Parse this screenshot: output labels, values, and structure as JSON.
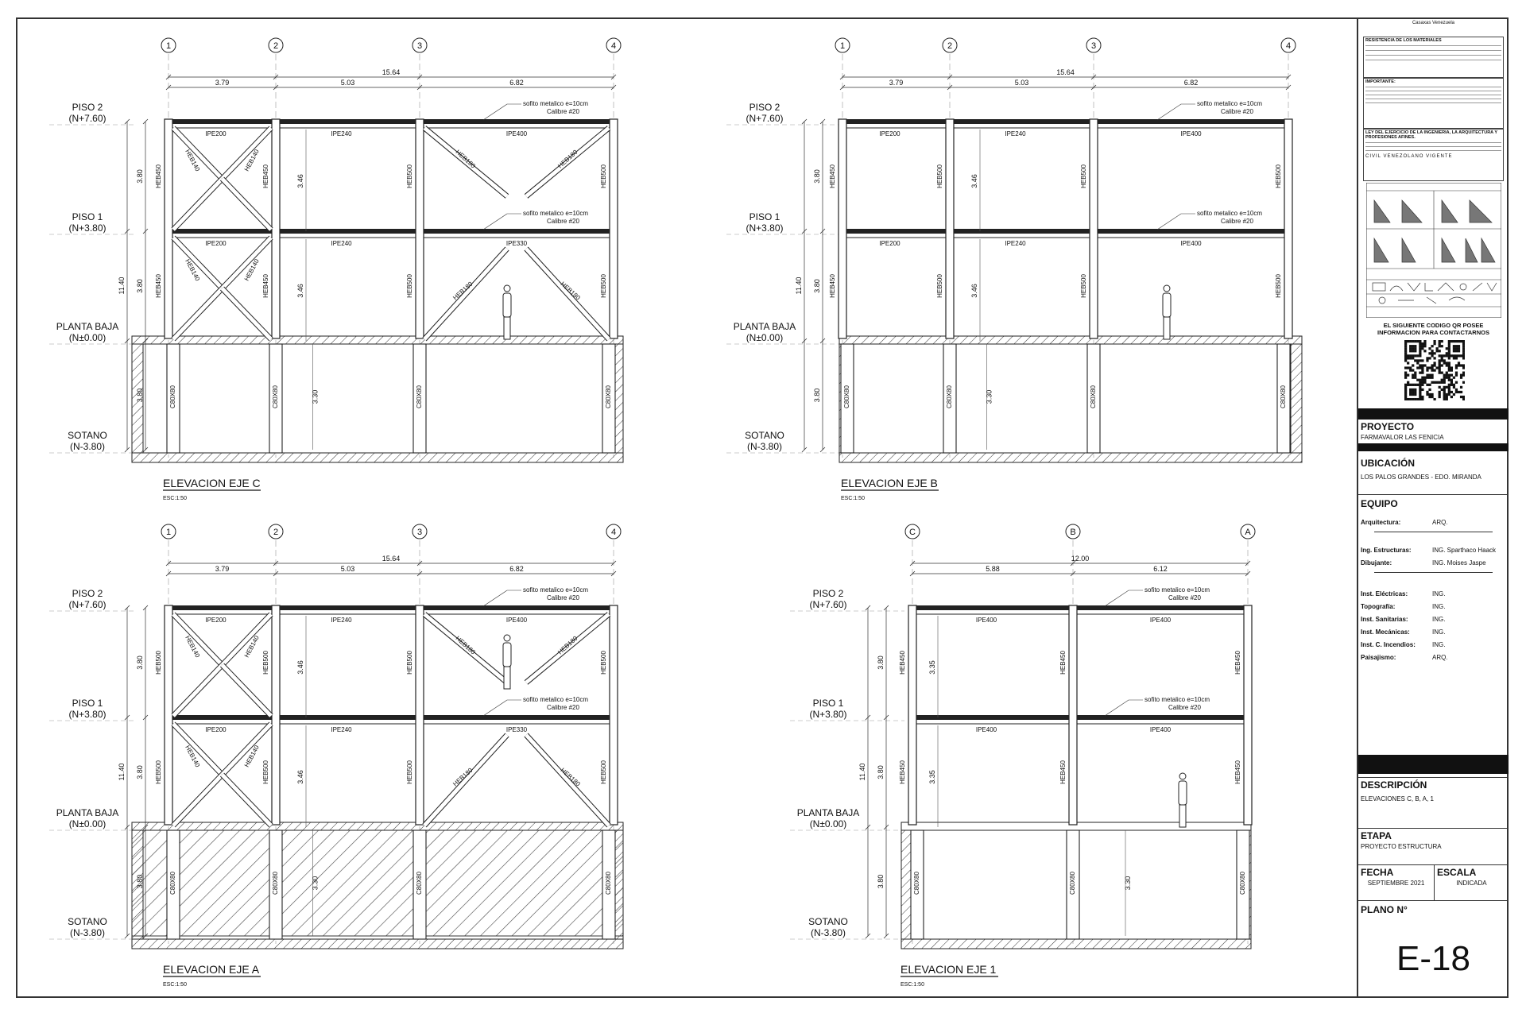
{
  "sheet": {
    "company": "Casaxas Venezuela",
    "plano_number": "E-18"
  },
  "notes": {
    "resistencia_title": "RESISTENCIA DE LOS MATERIALES",
    "importante_title": "IMPORTANTE:",
    "ley_title": "LEY DEL EJERCICIO DE LA INGENIERIA, LA ARQUITECTURA Y PROFESIONES AFINES.",
    "ley_footer": "CIVIL VENEZOLANO VIGENTE"
  },
  "qr": {
    "caption": "EL SIGUIENTE CODIGO QR POSEE INFORMACION PARA CONTACTARNOS"
  },
  "title_block": {
    "proyecto_label": "PROYECTO",
    "proyecto_value": "FARMAVALOR LAS FENICIA",
    "ubicacion_label": "UBICACIÓN",
    "ubicacion_value": "LOS PALOS GRANDES - EDO. MIRANDA",
    "equipo_label": "EQUIPO",
    "equipo": [
      {
        "role": "Arquitectura:",
        "name": "ARQ."
      },
      {
        "role": "Ing. Estructuras:",
        "name": "ING. Sparthaco Haack"
      },
      {
        "role": "Dibujante:",
        "name": "ING. Moises Jaspe"
      },
      {
        "role": "Inst. Eléctricas:",
        "name": "ING."
      },
      {
        "role": "Topografía:",
        "name": "ING."
      },
      {
        "role": "Inst. Sanitarias:",
        "name": "ING."
      },
      {
        "role": "Inst. Mecánicas:",
        "name": "ING."
      },
      {
        "role": "Inst. C. Incendios:",
        "name": "ING."
      },
      {
        "role": "Paisajismo:",
        "name": "ARQ."
      }
    ],
    "descripcion_label": "DESCRIPCIÓN",
    "descripcion_value": "ELEVACIONES C, B, A, 1",
    "etapa_label": "ETAPA",
    "etapa_value": "PROYECTO ESTRUCTURA",
    "fecha_label": "FECHA",
    "fecha_value": "SEPTIEMBRE 2021",
    "escala_label": "ESCALA",
    "escala_value": "INDICADA",
    "plano_label": "PLANO N°"
  },
  "levels": [
    {
      "name": "PISO 2",
      "elev": "(N+7.60)"
    },
    {
      "name": "PISO 1",
      "elev": "(N+3.80)"
    },
    {
      "name": "PLANTA BAJA",
      "elev": "(N±0.00)"
    },
    {
      "name": "SOTANO",
      "elev": "(N-3.80)"
    }
  ],
  "dims": {
    "storey": "3.80",
    "total_height": "11.40",
    "clear": "3.46",
    "clear_sotano": "3.30",
    "clear_eje1": "3.35"
  },
  "common": {
    "scale": "ESC:1:50",
    "sofito_1": "sofito metalico e=10cm",
    "sofito_2": "Calibre #20",
    "sofito_b1": "e=10cm",
    "sofito_b2": "Calibre #20",
    "sofito_short": "sofito metalico",
    "basement_col": "C80X80"
  },
  "elevations": [
    {
      "title": "ELEVACION EJE C",
      "axes": [
        "1",
        "2",
        "3",
        "4"
      ],
      "total": "15.64",
      "spans": [
        "3.79",
        "5.03",
        "6.82"
      ],
      "beams_top": [
        "IPE200",
        "IPE240",
        "IPE400"
      ],
      "beams_mid": [
        "IPE200",
        "IPE240",
        "IPE330"
      ],
      "cols_upper": [
        "HEB450",
        "HEB450",
        "HEB500",
        "HEB500"
      ],
      "braces_top": [
        "HEB140",
        "HEB140",
        "HEB180",
        "HEB180"
      ],
      "braces_bot": [
        "HEB140",
        "HEB140",
        "HEB180",
        "HEB180"
      ]
    },
    {
      "title": "ELEVACION EJE B",
      "axes": [
        "1",
        "2",
        "3",
        "4"
      ],
      "total": "15.64",
      "spans": [
        "3.79",
        "5.03",
        "6.82"
      ],
      "beams_top": [
        "IPE200",
        "IPE240",
        "IPE400"
      ],
      "beams_mid": [
        "IPE200",
        "IPE240",
        "IPE400"
      ],
      "cols_upper": [
        "HEB450",
        "HEB500",
        "HEB500",
        "HEB500"
      ]
    },
    {
      "title": "ELEVACION EJE A",
      "axes": [
        "1",
        "2",
        "3",
        "4"
      ],
      "total": "15.64",
      "spans": [
        "3.79",
        "5.03",
        "6.82"
      ],
      "beams_top": [
        "IPE200",
        "IPE240",
        "IPE400"
      ],
      "beams_mid": [
        "IPE200",
        "IPE240",
        "IPE330"
      ],
      "cols_upper": [
        "HEB500",
        "HEB500",
        "HEB500",
        "HEB500"
      ],
      "braces_top": [
        "HEB140",
        "HEB140",
        "HEB180",
        "HEB180"
      ],
      "braces_bot": [
        "HEB140",
        "HEB140",
        "HEB180",
        "HEB180"
      ]
    },
    {
      "title": "ELEVACION EJE 1",
      "axes": [
        "C",
        "B",
        "A"
      ],
      "total": "12.00",
      "spans": [
        "5.88",
        "6.12"
      ],
      "beams_top": [
        "IPE400",
        "IPE400"
      ],
      "beams_mid": [
        "IPE400",
        "IPE400"
      ],
      "cols_upper": [
        "HEB450",
        "HEB450",
        "HEB450"
      ]
    }
  ]
}
